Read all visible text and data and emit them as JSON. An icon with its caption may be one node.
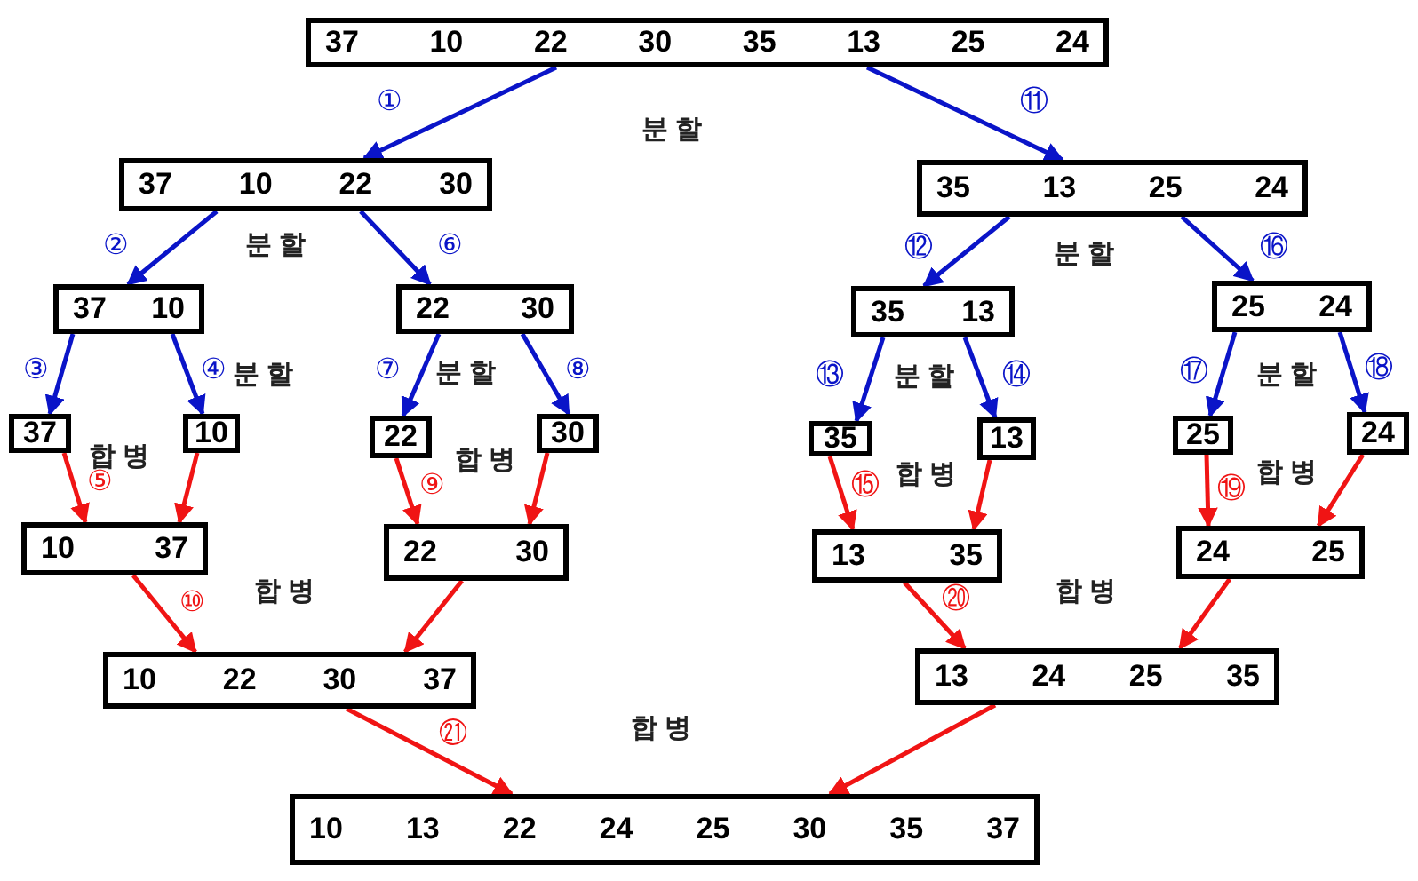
{
  "diagram": {
    "nodes": [
      {
        "text": [
          "37",
          "10",
          "22",
          "30",
          "35",
          "13",
          "25",
          "24"
        ]
      },
      {
        "text": [
          "37",
          "10",
          "22",
          "30"
        ]
      },
      {
        "text": [
          "35",
          "13",
          "25",
          "24"
        ]
      },
      {
        "text": [
          "37",
          "10"
        ]
      },
      {
        "text": [
          "22",
          "30"
        ]
      },
      {
        "text": [
          "35",
          "13"
        ]
      },
      {
        "text": [
          "25",
          "24"
        ]
      },
      {
        "text": [
          "37"
        ]
      },
      {
        "text": [
          "10"
        ]
      },
      {
        "text": [
          "22"
        ]
      },
      {
        "text": [
          "30"
        ]
      },
      {
        "text": [
          "35"
        ]
      },
      {
        "text": [
          "13"
        ]
      },
      {
        "text": [
          "25"
        ]
      },
      {
        "text": [
          "24"
        ]
      },
      {
        "text": [
          "10",
          "37"
        ]
      },
      {
        "text": [
          "22",
          "30"
        ]
      },
      {
        "text": [
          "13",
          "35"
        ]
      },
      {
        "text": [
          "24",
          "25"
        ]
      },
      {
        "text": [
          "10",
          "22",
          "30",
          "37"
        ]
      },
      {
        "text": [
          "13",
          "24",
          "25",
          "35"
        ]
      },
      {
        "text": [
          "10",
          "13",
          "22",
          "24",
          "25",
          "30",
          "35",
          "37"
        ]
      }
    ],
    "edges": [
      {
        "from": 0,
        "to": 1,
        "arrow": "to",
        "label": "①",
        "color": "#0a14c8"
      },
      {
        "from": 0,
        "to": 2,
        "arrow": "to",
        "label": "⑪",
        "color": "#0a14c8"
      },
      {
        "from": 1,
        "to": 3,
        "arrow": "to",
        "label": "②",
        "color": "#0a14c8"
      },
      {
        "from": 1,
        "to": 4,
        "arrow": "to",
        "label": "⑥",
        "color": "#0a14c8"
      },
      {
        "from": 2,
        "to": 5,
        "arrow": "to",
        "label": "⑫",
        "color": "#0a14c8"
      },
      {
        "from": 2,
        "to": 6,
        "arrow": "to",
        "label": "⑯",
        "color": "#0a14c8"
      },
      {
        "from": 3,
        "to": 7,
        "arrow": "to",
        "label": "③",
        "color": "#0a14c8"
      },
      {
        "from": 3,
        "to": 8,
        "arrow": "to",
        "label": "④",
        "color": "#0a14c8"
      },
      {
        "from": 4,
        "to": 9,
        "arrow": "to",
        "label": "⑦",
        "color": "#0a14c8"
      },
      {
        "from": 4,
        "to": 10,
        "arrow": "to",
        "label": "⑧",
        "color": "#0a14c8"
      },
      {
        "from": 5,
        "to": 11,
        "arrow": "to",
        "label": "⑬",
        "color": "#0a14c8"
      },
      {
        "from": 5,
        "to": 12,
        "arrow": "to",
        "label": "⑭",
        "color": "#0a14c8"
      },
      {
        "from": 6,
        "to": 13,
        "arrow": "to",
        "label": "⑰",
        "color": "#0a14c8"
      },
      {
        "from": 6,
        "to": 14,
        "arrow": "to",
        "label": "⑱",
        "color": "#0a14c8"
      },
      {
        "from": 7,
        "to": 15,
        "arrow": "to",
        "label": "⑤",
        "color": "#f01414"
      },
      {
        "from": 8,
        "to": 15,
        "arrow": "to",
        "color": "#f01414"
      },
      {
        "from": 9,
        "to": 16,
        "arrow": "to",
        "label": "⑨",
        "color": "#f01414"
      },
      {
        "from": 10,
        "to": 16,
        "arrow": "to",
        "color": "#f01414"
      },
      {
        "from": 11,
        "to": 17,
        "arrow": "to",
        "label": "⑮",
        "color": "#f01414"
      },
      {
        "from": 12,
        "to": 17,
        "arrow": "to",
        "color": "#f01414"
      },
      {
        "from": 13,
        "to": 18,
        "arrow": "to",
        "label": "⑲",
        "color": "#f01414"
      },
      {
        "from": 14,
        "to": 18,
        "arrow": "to",
        "color": "#f01414"
      },
      {
        "from": 15,
        "to": 19,
        "arrow": "to",
        "label": "⑩",
        "color": "#f01414"
      },
      {
        "from": 16,
        "to": 19,
        "arrow": "to",
        "color": "#f01414"
      },
      {
        "from": 17,
        "to": 20,
        "arrow": "to",
        "label": "⑳",
        "color": "#f01414"
      },
      {
        "from": 18,
        "to": 20,
        "arrow": "to",
        "color": "#f01414"
      },
      {
        "from": 19,
        "to": 21,
        "arrow": "to",
        "label": "㉑",
        "color": "#f01414"
      },
      {
        "from": 20,
        "to": 21,
        "arrow": "to",
        "color": "#f01414"
      }
    ],
    "labels": [
      "분 할",
      "분 할",
      "분 할",
      "분 할",
      "분 할",
      "분 할",
      "분 할",
      "합 병",
      "합 병",
      "합 병",
      "합 병",
      "합 병",
      "합 병",
      "합 병"
    ]
  }
}
